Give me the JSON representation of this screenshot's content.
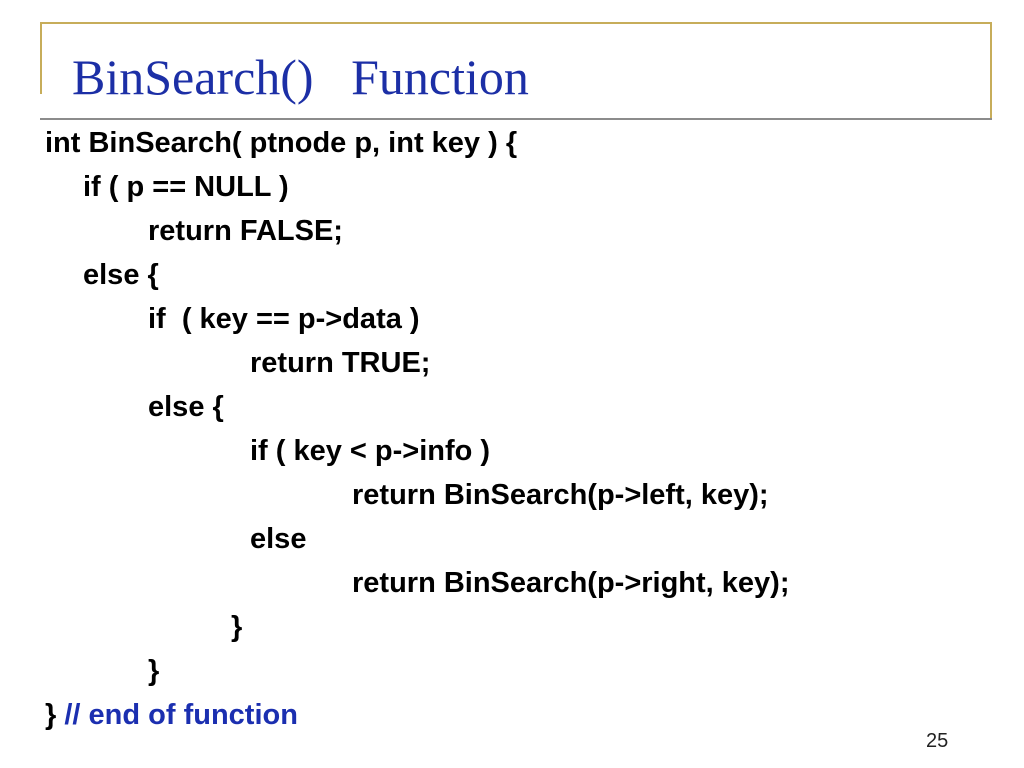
{
  "slide": {
    "title": "BinSearch()   Function",
    "code_lines": [
      "int BinSearch( ptnode p, int key ) {",
      "if ( p == NULL )",
      "return FALSE;",
      "else {",
      "if  ( key == p->data )",
      "return TRUE;",
      "else {",
      "if ( key < p->info )",
      "return BinSearch(p->left, key);",
      "else",
      "return BinSearch(p->right, key);",
      "}",
      "}"
    ],
    "last_line": {
      "brace": "}",
      "comment": "// end of function"
    },
    "page_number": "25"
  },
  "colors": {
    "title": "#1c2fa6",
    "code": "#000000",
    "comment": "#1b2fb0",
    "frame": "#c7ad5a",
    "rule": "#8c8c8c"
  }
}
